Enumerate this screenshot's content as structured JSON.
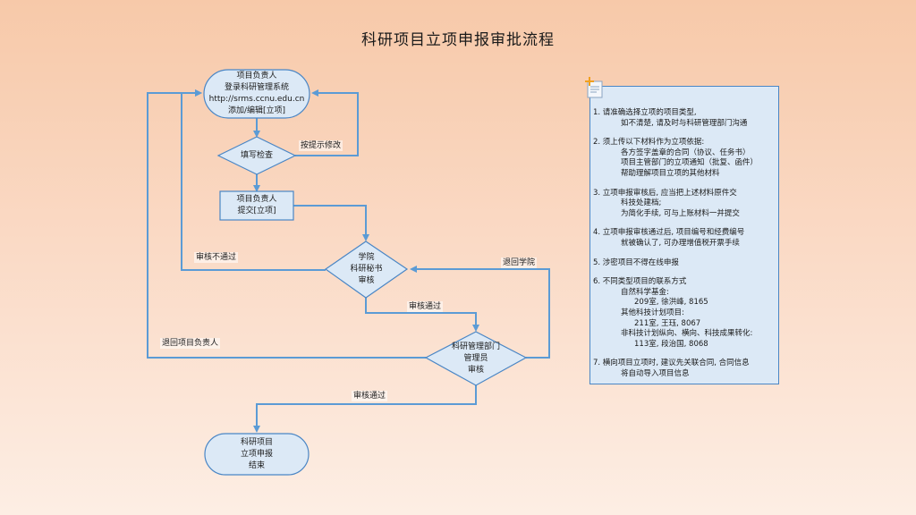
{
  "title": "科研项目立项申报审批流程",
  "colors": {
    "node_fill": "#dce9f6",
    "node_stroke": "#4a86c5",
    "connector": "#5b9bd5",
    "background_top": "#f7c9a9",
    "background_bottom": "#fdeee4"
  },
  "nodes": {
    "start": {
      "lines": [
        "项目负责人",
        "登录科研管理系统",
        "http://srms.ccnu.edu.cn",
        "添加/编辑[立项]"
      ]
    },
    "check": {
      "lines": [
        "填写检查"
      ]
    },
    "submit": {
      "lines": [
        "项目负责人",
        "提交[立项]"
      ]
    },
    "college": {
      "lines": [
        "学院",
        "科研秘书",
        "审核"
      ]
    },
    "admin": {
      "lines": [
        "科研管理部门",
        "管理员",
        "审核"
      ]
    },
    "end": {
      "lines": [
        "科研项目",
        "立项申报",
        "结束"
      ]
    }
  },
  "edge_labels": {
    "revise": "按提示修改",
    "college_reject": "审核不通过",
    "college_pass": "审核通过",
    "return_college": "退回学院",
    "return_owner": "退回项目负责人",
    "admin_pass": "审核通过"
  },
  "notes": {
    "icon": "note-icon",
    "items": [
      {
        "lines": [
          "1. 请准确选择立项的项目类型,",
          "如不清楚, 请及时与科研管理部门沟通"
        ]
      },
      {
        "lines": [
          "2. 须上传以下材料作为立项依据:",
          "各方签字盖章的合同（协议、任务书）",
          "项目主管部门的立项通知（批复、函件）",
          "帮助理解项目立项的其他材料"
        ]
      },
      {
        "lines": [
          "3. 立项申报审核后, 应当把上述材料原件交",
          "科技处建档;",
          "为简化手续, 可与上账材料一并提交"
        ]
      },
      {
        "lines": [
          "4. 立项申报审核通过后, 项目编号和经费编号",
          "就被确认了, 可办理增值税开票手续"
        ]
      },
      {
        "lines": [
          "5. 涉密项目不得在线申报"
        ]
      },
      {
        "lines": [
          "6. 不同类型项目的联系方式",
          "自然科学基金:",
          "209室, 徐洪峰, 8165",
          "其他科技计划项目:",
          "211室, 王珏, 8067",
          "非科技计划纵向、横向、科技成果转化:",
          "113室, 段治国, 8068"
        ]
      },
      {
        "lines": [
          "7. 横向项目立项时, 建议先关联合同, 合同信息",
          "将自动导入项目信息"
        ]
      }
    ]
  }
}
